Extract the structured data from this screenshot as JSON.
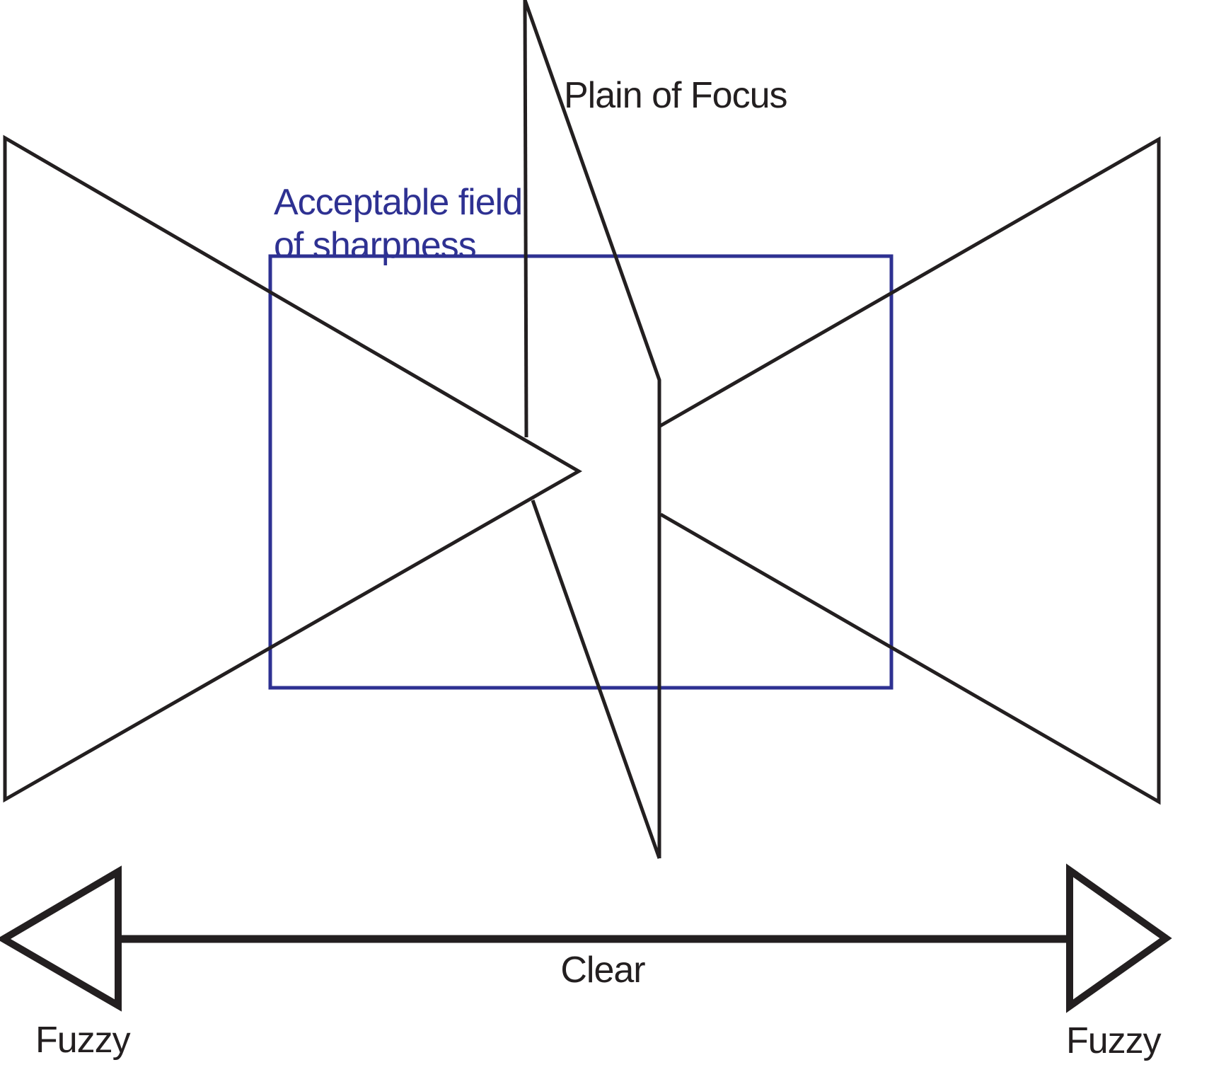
{
  "diagram": {
    "labels": {
      "plane_of_focus": "Plain of Focus",
      "acceptable_field_line1": "Acceptable field",
      "acceptable_field_line2": "of sharpness",
      "clear": "Clear",
      "fuzzy_left": "Fuzzy",
      "fuzzy_right": "Fuzzy"
    },
    "colors": {
      "line_black": "#231f20",
      "accent_blue": "#2e3192",
      "background": "#ffffff"
    }
  }
}
